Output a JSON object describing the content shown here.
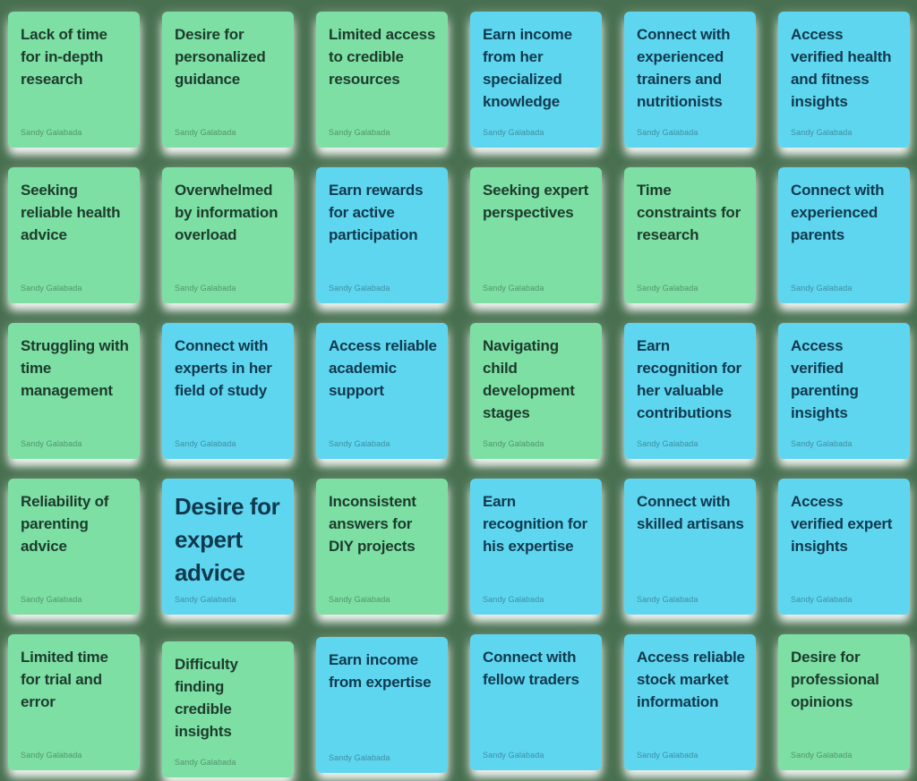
{
  "board": {
    "background_color": "#487050",
    "author": "Sandy Galabada",
    "colors": {
      "green": "#7DDFA4",
      "blue": "#5FD6F0",
      "text_on_green": "#1D3B2C",
      "text_on_blue": "#11394E",
      "author_text": "rgba(0,0,0,0.35)"
    },
    "notes": [
      {
        "text": "Lack of time for in-depth research",
        "color": "green",
        "size": "normal",
        "author": "Sandy Galabada"
      },
      {
        "text": "Desire for personalized guidance",
        "color": "green",
        "size": "normal",
        "author": "Sandy Galabada"
      },
      {
        "text": "Limited access to credible resources",
        "color": "green",
        "size": "normal",
        "author": "Sandy Galabada"
      },
      {
        "text": "Earn income from her specialized knowledge",
        "color": "blue",
        "size": "normal",
        "author": "Sandy Galabada"
      },
      {
        "text": "Connect with experienced trainers and nutritionists",
        "color": "blue",
        "size": "normal",
        "author": "Sandy Galabada"
      },
      {
        "text": "Access verified health and fitness insights",
        "color": "blue",
        "size": "normal",
        "author": "Sandy Galabada"
      },
      {
        "text": "Seeking reliable health advice",
        "color": "green",
        "size": "normal",
        "author": "Sandy Galabada"
      },
      {
        "text": "Overwhelmed by information overload",
        "color": "green",
        "size": "normal",
        "author": "Sandy Galabada"
      },
      {
        "text": "Earn rewards for active participation",
        "color": "blue",
        "size": "normal",
        "author": "Sandy Galabada"
      },
      {
        "text": "Seeking expert perspectives",
        "color": "green",
        "size": "normal",
        "author": "Sandy Galabada"
      },
      {
        "text": "Time constraints for research",
        "color": "green",
        "size": "normal",
        "author": "Sandy Galabada"
      },
      {
        "text": "Connect with experienced parents",
        "color": "blue",
        "size": "normal",
        "author": "Sandy Galabada"
      },
      {
        "text": "Struggling with time management",
        "color": "green",
        "size": "normal",
        "author": "Sandy Galabada"
      },
      {
        "text": "Connect with experts in her field of study",
        "color": "blue",
        "size": "normal",
        "author": "Sandy Galabada"
      },
      {
        "text": "Access reliable academic support",
        "color": "blue",
        "size": "normal",
        "author": "Sandy Galabada"
      },
      {
        "text": "Navigating child development stages",
        "color": "green",
        "size": "normal",
        "author": "Sandy Galabada"
      },
      {
        "text": "Earn recognition for her valuable contributions",
        "color": "blue",
        "size": "normal",
        "author": "Sandy Galabada"
      },
      {
        "text": "Access verified parenting insights",
        "color": "blue",
        "size": "normal",
        "author": "Sandy Galabada"
      },
      {
        "text": "Reliability of parenting advice",
        "color": "green",
        "size": "normal",
        "author": "Sandy Galabada"
      },
      {
        "text": "Desire for expert advice",
        "color": "blue",
        "size": "large",
        "author": "Sandy Galabada"
      },
      {
        "text": "Inconsistent answers for DIY projects",
        "color": "green",
        "size": "normal",
        "author": "Sandy Galabada"
      },
      {
        "text": "Earn recognition for his expertise",
        "color": "blue",
        "size": "normal",
        "author": "Sandy Galabada"
      },
      {
        "text": "Connect with skilled artisans",
        "color": "blue",
        "size": "normal",
        "author": "Sandy Galabada"
      },
      {
        "text": "Access verified expert insights",
        "color": "blue",
        "size": "normal",
        "author": "Sandy Galabada"
      },
      {
        "text": "Limited time for trial and error",
        "color": "green",
        "size": "normal",
        "author": "Sandy Galabada"
      },
      {
        "text": "Difficulty finding credible insights",
        "color": "green",
        "size": "normal",
        "author": "Sandy Galabada"
      },
      {
        "text": "Earn income from expertise",
        "color": "blue",
        "size": "normal",
        "author": "Sandy Galabada"
      },
      {
        "text": "Connect with fellow traders",
        "color": "blue",
        "size": "normal",
        "author": "Sandy Galabada"
      },
      {
        "text": "Access reliable stock market information",
        "color": "blue",
        "size": "normal",
        "author": "Sandy Galabada"
      },
      {
        "text": "Desire for professional opinions",
        "color": "green",
        "size": "normal",
        "author": "Sandy Galabada"
      }
    ]
  }
}
